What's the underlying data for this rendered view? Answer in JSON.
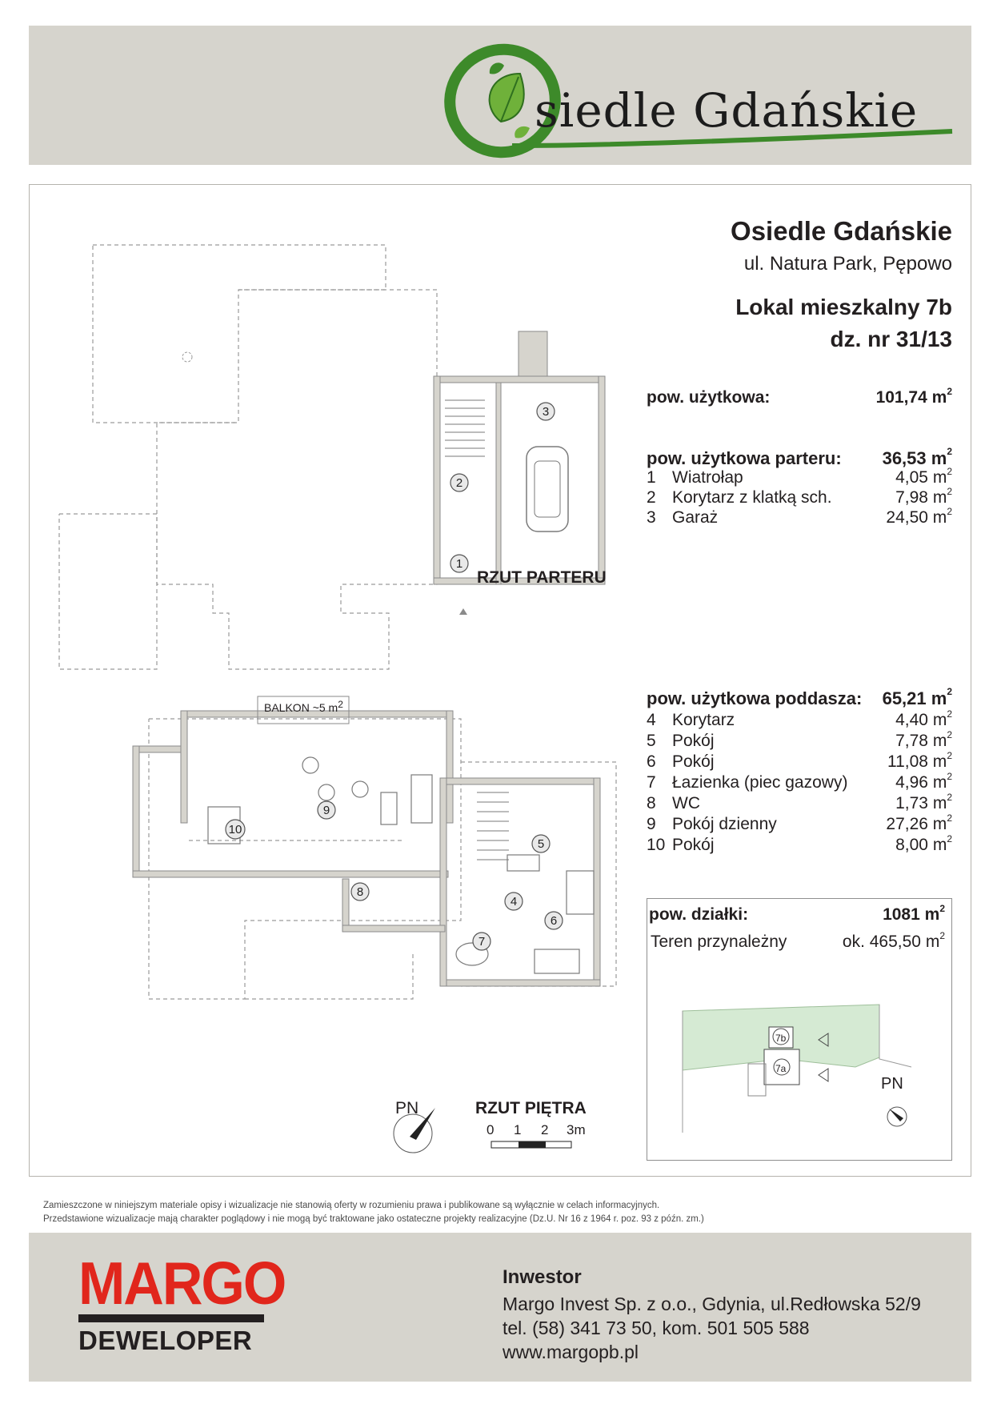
{
  "brand": {
    "logo_text": "siedle Gdańskie"
  },
  "header": {
    "project": "Osiedle Gdańskie",
    "address": "ul. Natura Park, Pępowo",
    "unit": "Lokal mieszkalny 7b",
    "plot_no": "dz. nr 31/13"
  },
  "totals": {
    "label": "pow. użytkowa:",
    "value": "101,74 m",
    "unit_sup": "2"
  },
  "ground_floor": {
    "label": "pow. użytkowa parteru:",
    "value": "36,53 m",
    "rooms": [
      {
        "no": "1",
        "name": "Wiatrołap",
        "area": "4,05 m"
      },
      {
        "no": "2",
        "name": "Korytarz z klatką sch.",
        "area": "7,98 m"
      },
      {
        "no": "3",
        "name": "Garaż",
        "area": "24,50 m"
      }
    ]
  },
  "attic": {
    "label": "pow. użytkowa poddasza:",
    "value": "65,21 m",
    "rooms": [
      {
        "no": "4",
        "name": "Korytarz",
        "area": "4,40 m"
      },
      {
        "no": "5",
        "name": "Pokój",
        "area": "7,78 m"
      },
      {
        "no": "6",
        "name": "Pokój",
        "area": "11,08 m"
      },
      {
        "no": "7",
        "name": "Łazienka (piec gazowy)",
        "area": "4,96 m"
      },
      {
        "no": "8",
        "name": "WC",
        "area": "1,73 m"
      },
      {
        "no": "9",
        "name": "Pokój dzienny",
        "area": "27,26 m"
      },
      {
        "no": "10",
        "name": "Pokój",
        "area": "8,00 m"
      }
    ]
  },
  "plot": {
    "label": "pow. działki:",
    "value": "1081 m",
    "land_label": "Teren przynależny",
    "land_value": "ok. 465,50 m",
    "unit_a": "7a",
    "unit_b": "7b",
    "north": "PN"
  },
  "plans": {
    "ground_title": "RZUT PARTERU",
    "floor_title": "RZUT PIĘTRA",
    "balcony": "BALKON ~5 m",
    "north": "PN",
    "scale": [
      "0",
      "1",
      "2",
      "3m"
    ],
    "room_markers": [
      "1",
      "2",
      "3",
      "4",
      "5",
      "6",
      "7",
      "8",
      "9",
      "10"
    ]
  },
  "disclaimer": [
    "Zamieszczone w niniejszym materiale opisy i wizualizacje nie stanowią oferty w rozumieniu prawa i publikowane są wyłącznie w celach informacyjnych.",
    "Przedstawione wizualizacje mają charakter poglądowy i nie mogą być traktowane jako ostateczne projekty realizacyjne (Dz.U. Nr 16 z 1964 r. poz. 93 z późn. zm.)"
  ],
  "developer": {
    "name": "MARGO",
    "tagline": "DEWELOPER"
  },
  "investor": {
    "heading": "Inwestor",
    "company": "Margo Invest Sp. z o.o., Gdynia, ul.Redłowska 52/9",
    "phone": "tel. (58) 341 73 50, kom. 501 505 588",
    "web": "www.margopb.pl"
  },
  "colors": {
    "band": "#d6d4cd",
    "logo_green": "#3d8a2a",
    "margo_red": "#e1261c",
    "plot_green": "#d5ead3"
  }
}
